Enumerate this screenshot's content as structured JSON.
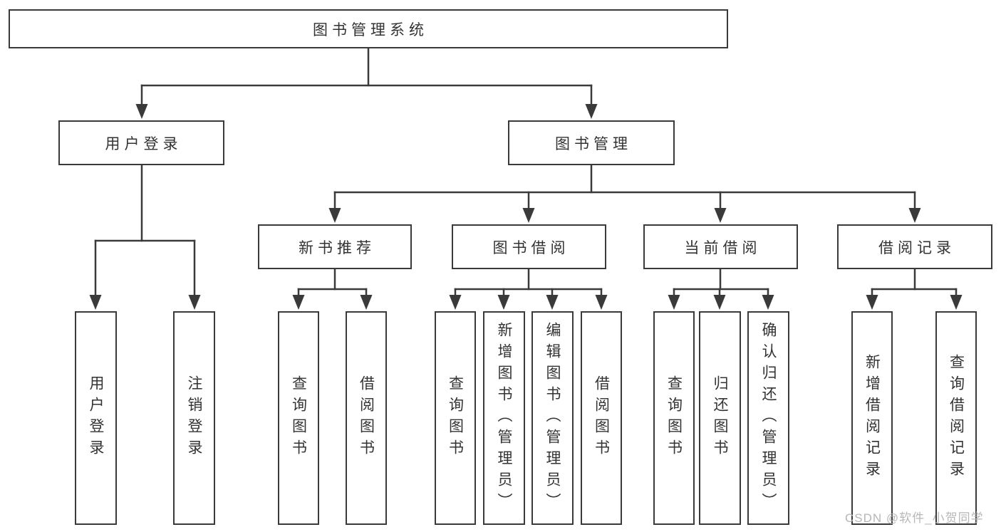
{
  "diagram": {
    "watermark": "CSDN @软件_小贺同学",
    "colors": {
      "line": "#3a3a3a",
      "box_border": "#3a3a3a",
      "box_fill": "#ffffff",
      "text": "#333333",
      "watermark": "#b7b7b7",
      "background": "#ffffff"
    },
    "nodes": {
      "root": {
        "label": "图书管理系统"
      },
      "user_login": {
        "label": "用户登录"
      },
      "book_mgmt": {
        "label": "图书管理"
      },
      "new_rec": {
        "label": "新书推荐"
      },
      "book_borrow": {
        "label": "图书借阅"
      },
      "current_borrow": {
        "label": "当前借阅"
      },
      "borrow_records": {
        "label": "借阅记录"
      },
      "leaf_user_login": {
        "label": "用户登录"
      },
      "leaf_logout": {
        "label": "注销登录"
      },
      "leaf_query_books_1": {
        "label": "查询图书"
      },
      "leaf_borrow_books_1": {
        "label": "借阅图书"
      },
      "leaf_query_books_2": {
        "label": "查询图书"
      },
      "leaf_add_book": {
        "label": "新增图书（管理员）"
      },
      "leaf_edit_book": {
        "label": "编辑图书（管理员）"
      },
      "leaf_borrow_books_2": {
        "label": "借阅图书"
      },
      "leaf_query_books_3": {
        "label": "查询图书"
      },
      "leaf_return_book": {
        "label": "归还图书"
      },
      "leaf_confirm_return": {
        "label": "确认归还（管理员）"
      },
      "leaf_add_record": {
        "label": "新增借阅记录"
      },
      "leaf_query_record": {
        "label": "查询借阅记录"
      }
    }
  }
}
